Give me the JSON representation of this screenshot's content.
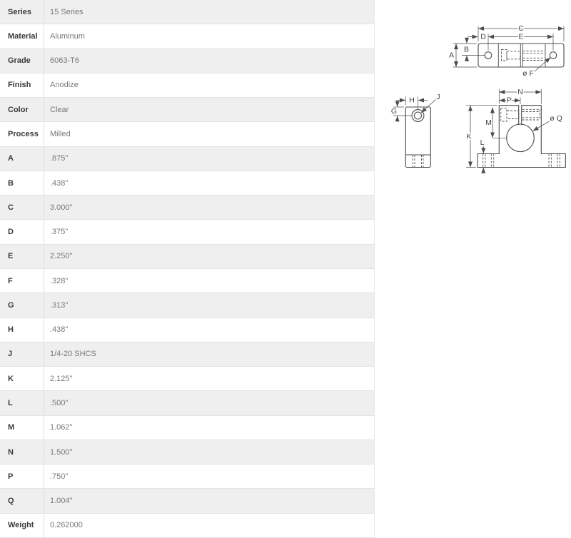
{
  "colors": {
    "row_alt_bg": "#efefef",
    "row_bg": "#ffffff",
    "row_border": "#e3e3e3",
    "col_border": "#e0e0e0",
    "label_text": "#3b3b3b",
    "value_text": "#787878",
    "line": "#4c4c4c",
    "page_bg": "#ffffff"
  },
  "table": {
    "rows": [
      {
        "label": "Series",
        "value": "15 Series"
      },
      {
        "label": "Material",
        "value": "Aluminum"
      },
      {
        "label": "Grade",
        "value": "6063-T6"
      },
      {
        "label": "Finish",
        "value": "Anodize"
      },
      {
        "label": "Color",
        "value": "Clear"
      },
      {
        "label": "Process",
        "value": "Milled"
      },
      {
        "label": "A",
        "value": ".875\""
      },
      {
        "label": "B",
        "value": ".438\""
      },
      {
        "label": "C",
        "value": "3.000\""
      },
      {
        "label": "D",
        "value": ".375\""
      },
      {
        "label": "E",
        "value": "2.250\""
      },
      {
        "label": "F",
        "value": ".328\""
      },
      {
        "label": "G",
        "value": ".313\""
      },
      {
        "label": "H",
        "value": ".438\""
      },
      {
        "label": "J",
        "value": "1/4-20 SHCS"
      },
      {
        "label": "K",
        "value": "2.125\""
      },
      {
        "label": "L",
        "value": ".500\""
      },
      {
        "label": "M",
        "value": "1.062\""
      },
      {
        "label": "N",
        "value": "1.500\""
      },
      {
        "label": "P",
        "value": ".750\""
      },
      {
        "label": "Q",
        "value": "1.004\""
      },
      {
        "label": "Weight",
        "value": "0.262000"
      }
    ]
  },
  "drawing": {
    "labels": {
      "a": "A",
      "b": "B",
      "c": "C",
      "d": "D",
      "e": "E",
      "f": "ø F",
      "g": "G",
      "h": "H",
      "j": "J",
      "k": "K",
      "l": "L",
      "m": "M",
      "n": "N",
      "p": "P",
      "q": "ø Q"
    }
  }
}
